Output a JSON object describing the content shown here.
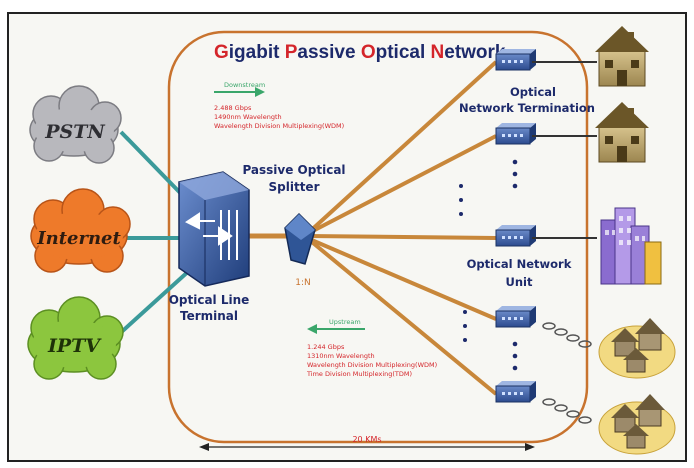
{
  "title": {
    "parts": [
      {
        "t": "G",
        "c": "#d4252a"
      },
      {
        "t": "igabit ",
        "c": "#1d2a6b"
      },
      {
        "t": "P",
        "c": "#d4252a"
      },
      {
        "t": "assive ",
        "c": "#1d2a6b"
      },
      {
        "t": "O",
        "c": "#d4252a"
      },
      {
        "t": "ptical ",
        "c": "#1d2a6b"
      },
      {
        "t": "N",
        "c": "#d4252a"
      },
      {
        "t": "etwork",
        "c": "#1d2a6b"
      }
    ]
  },
  "clouds": {
    "pstn": "PSTN",
    "internet": "Internet",
    "iptv": "IPTV"
  },
  "olt": {
    "line1": "Optical Line",
    "line2": "Terminal"
  },
  "splitter": {
    "line1": "Passive Optical",
    "line2": "Splitter",
    "ratio": "1:N"
  },
  "ont": {
    "line1": "Optical",
    "line2": "Network Termination"
  },
  "onu": {
    "line1": "Optical Network",
    "line2": "Unit"
  },
  "downstream": {
    "label": "Downstream",
    "lines": [
      "2.488 Gbps",
      "1490nm Wavelength",
      "Wavelength Division Multiplexing(WDM)"
    ]
  },
  "upstream": {
    "label": "Upstream",
    "lines": [
      "1.244 Gbps",
      "1310nm Wavelength",
      "Wavelength Division Multiplexing(WDM)",
      "Time Division Multiplexing(TDM)"
    ]
  },
  "distance": "20 KMs",
  "colors": {
    "frame_border": "#c8732e",
    "fiber": "#c8873a",
    "cloud_pstn": "#b8b8bd",
    "cloud_internet": "#ee7a2a",
    "cloud_iptv": "#8cc63e",
    "label_text": "#1d2a6b",
    "accent_red": "#d4252a",
    "green_arrow": "#3aa66a"
  }
}
